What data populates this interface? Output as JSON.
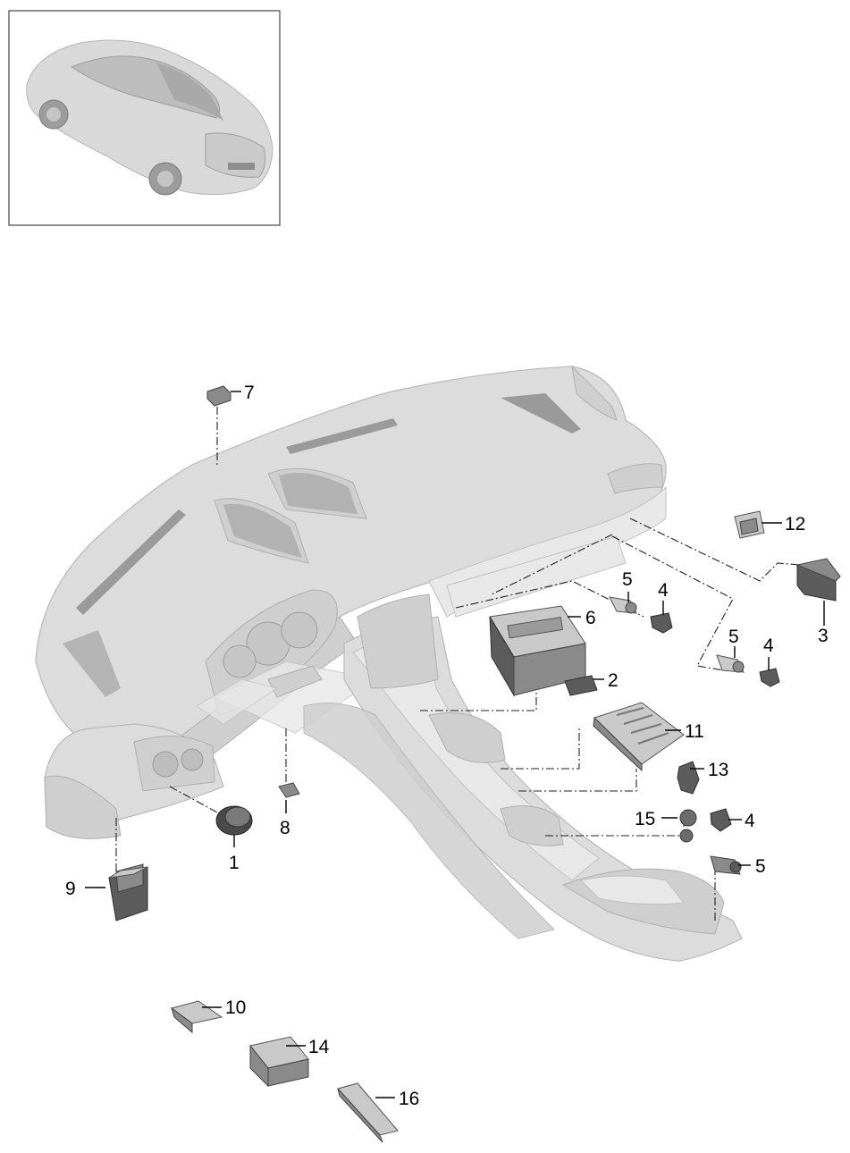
{
  "diagram": {
    "callouts": [
      {
        "id": "c1",
        "label": "1"
      },
      {
        "id": "c2",
        "label": "2"
      },
      {
        "id": "c3",
        "label": "3"
      },
      {
        "id": "c4a",
        "label": "4"
      },
      {
        "id": "c4b",
        "label": "4"
      },
      {
        "id": "c4c",
        "label": "4"
      },
      {
        "id": "c5a",
        "label": "5"
      },
      {
        "id": "c5b",
        "label": "5"
      },
      {
        "id": "c5c",
        "label": "5"
      },
      {
        "id": "c6",
        "label": "6"
      },
      {
        "id": "c7",
        "label": "7"
      },
      {
        "id": "c8",
        "label": "8"
      },
      {
        "id": "c9",
        "label": "9"
      },
      {
        "id": "c10",
        "label": "10"
      },
      {
        "id": "c11",
        "label": "11"
      },
      {
        "id": "c12",
        "label": "12"
      },
      {
        "id": "c13",
        "label": "13"
      },
      {
        "id": "c14",
        "label": "14"
      },
      {
        "id": "c15",
        "label": "15"
      },
      {
        "id": "c16",
        "label": "16"
      }
    ]
  }
}
